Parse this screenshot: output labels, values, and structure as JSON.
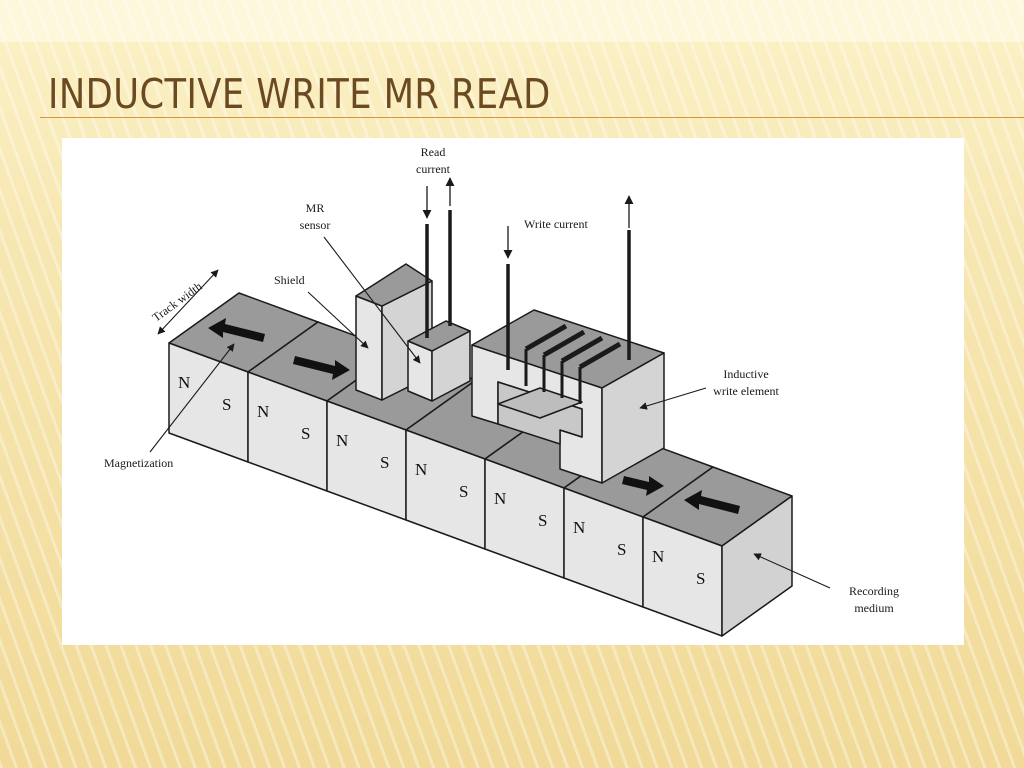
{
  "slide": {
    "title": "INDUCTIVE WRITE MR READ"
  },
  "diagram": {
    "labels": {
      "read_current_1": "Read",
      "read_current_2": "current",
      "mr_sensor_1": "MR",
      "mr_sensor_2": "sensor",
      "write_current": "Write current",
      "shield": "Shield",
      "track_width": "Track width",
      "inductive_1": "Inductive",
      "inductive_2": "write element",
      "magnetization": "Magnetization",
      "recording_1": "Recording",
      "recording_2": "medium"
    },
    "blocks": [
      {
        "n": "N",
        "s": "S"
      },
      {
        "n": "N",
        "s": "S"
      },
      {
        "n": "N",
        "s": "S"
      },
      {
        "n": "N",
        "s": "S"
      },
      {
        "n": "N",
        "s": "S"
      },
      {
        "n": "N",
        "s": "S"
      },
      {
        "n": "N",
        "s": "S"
      }
    ],
    "colors": {
      "top_face": "#9a9a9a",
      "front_face": "#e6e6e6",
      "side_face": "#d2d2d2",
      "line": "#1a1a1a"
    }
  }
}
